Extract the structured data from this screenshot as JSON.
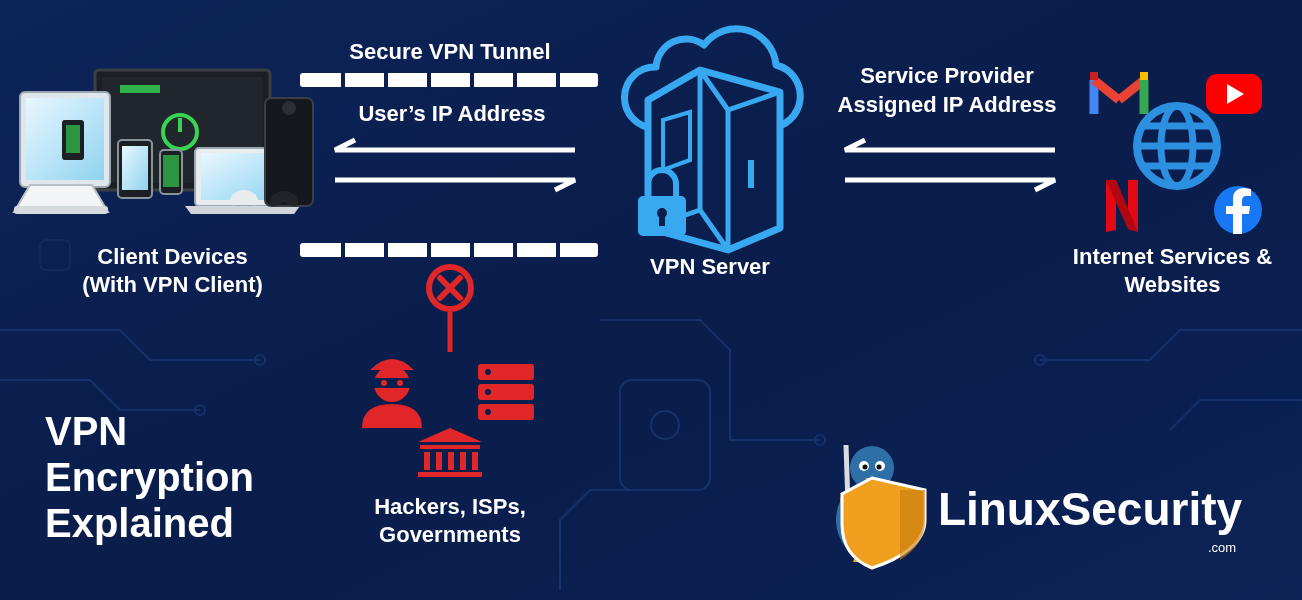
{
  "diagram": {
    "title": "VPN Encryption Explained",
    "nodes": [
      {
        "text": [
          "Client Devices (With VPN Client)"
        ]
      },
      {
        "text": [
          "VPN Server"
        ]
      },
      {
        "text": [
          "Internet Services & Websites"
        ]
      },
      {
        "text": [
          "Hackers, ISPs, Governments"
        ]
      }
    ],
    "edges": [
      {
        "from": 0,
        "to": 1,
        "label": "User’s IP Address",
        "arrow": "both"
      },
      {
        "from": 1,
        "to": 2,
        "label": "Service Provider Assigned IP Address",
        "arrow": "both"
      }
    ],
    "labels": [
      "Secure VPN Tunnel",
      "LinuxSecurity",
      ".com"
    ]
  }
}
